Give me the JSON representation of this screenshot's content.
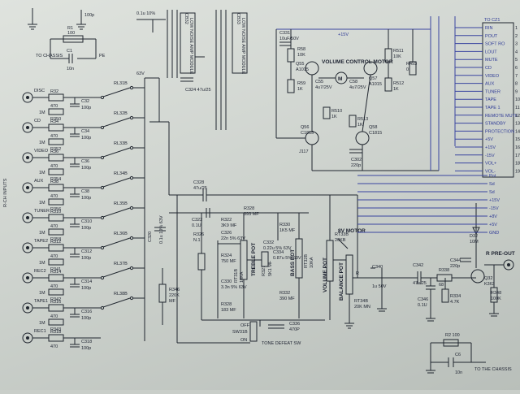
{
  "top_labels": {
    "cap_100p": "100p",
    "cap_01u": "0.1u 10%"
  },
  "chassis_top": {
    "r1": "R1",
    "r1_val": "100",
    "c1": "C1",
    "c1_val": "10n",
    "note": "TO CHASSIS",
    "pe": "PE"
  },
  "chassis_bottom": {
    "r2": "R2 100",
    "c6": "C6",
    "c6_val": "10n",
    "note": "TO THE CHASSIS"
  },
  "ic_modules": [
    {
      "ref": "CB32",
      "title": "LOW NOISE AMP MODULE"
    },
    {
      "ref": "CB33",
      "title": "LOW NOISE AMP MODULE"
    }
  ],
  "input_section": {
    "group_label": "R-CH INPUTS",
    "rows": [
      {
        "name": "DISC",
        "r_series": "R32",
        "r_series_val": "470",
        "r_shunt": "R350",
        "r_shunt_val": "1M",
        "cap": "C32",
        "cap_val": "100p",
        "relay": "RL31B"
      },
      {
        "name": "CD",
        "r_series": "R34",
        "r_series_val": "470",
        "r_shunt": "R352",
        "r_shunt_val": "1M",
        "cap": "C34",
        "cap_val": "100p",
        "relay": "RL32B"
      },
      {
        "name": "VIDEO",
        "r_series": "R36",
        "r_series_val": "470",
        "r_shunt": "R354",
        "r_shunt_val": "1M",
        "cap": "C36",
        "cap_val": "100p",
        "relay": "RL33B"
      },
      {
        "name": "AUX",
        "r_series": "R38",
        "r_series_val": "470",
        "r_shunt": "R356",
        "r_shunt_val": "1M",
        "cap": "C38",
        "cap_val": "100p",
        "relay": "RL34B"
      },
      {
        "name": "TUNER",
        "r_series": "R310",
        "r_series_val": "470",
        "r_shunt": "R358",
        "r_shunt_val": "1M",
        "cap": "C310",
        "cap_val": "100p",
        "relay": "RL35B"
      },
      {
        "name": "TAPE2",
        "r_series": "R312",
        "r_series_val": "470",
        "r_shunt": "R341",
        "r_shunt_val": "1M",
        "cap": "C312",
        "cap_val": "100p",
        "relay": "RL36B"
      },
      {
        "name": "REC2",
        "r_series": "R314",
        "r_series_val": "470",
        "r_shunt": "R342",
        "r_shunt_val": "1M",
        "cap": "C314",
        "cap_val": "100p",
        "relay": "RL37B"
      },
      {
        "name": "TAPE1",
        "r_series": "R316",
        "r_series_val": "470",
        "r_shunt": "R343",
        "r_shunt_val": "1M",
        "cap": "C316",
        "cap_val": "100p",
        "relay": "RL38B"
      },
      {
        "name": "REC1",
        "r_series": "R318",
        "r_series_val": "470",
        "r_shunt": "",
        "r_shunt_val": "",
        "cap": "C318",
        "cap_val": "100p",
        "relay": ""
      }
    ],
    "supply": "63V",
    "c320": "C320",
    "c320_val": "0.1u 10% 63V",
    "r346": "R346",
    "r346_val": "220K",
    "r346_type": "MF"
  },
  "tone_section": {
    "c328": "C328",
    "c328_val": "47u/25",
    "c322": "C322",
    "c322_val": "0.1U",
    "r326": "R326",
    "r326_val": "N.1",
    "r322": "R322",
    "r322_val": "3K9 MF",
    "r328_top": "R328",
    "r328_top_val": "393 MF",
    "c326": "C326",
    "c326_val": "22n 5% 63V",
    "r324": "R324",
    "r324_val": "750 MF",
    "treble_pot": "TREBLE POT",
    "rt31b": "RT31B",
    "rt31b_val": "10KA",
    "c330": "C330",
    "c330_val": "3.3n 5% 63V",
    "r328_bot": "R328",
    "r328_bot_val": "183 MF",
    "r327": "R327",
    "r327_val": "5K1 MF",
    "c332": "C332",
    "c332_val": "0.22u 5% 63V",
    "c334": "C334",
    "c334_val": "0.87u 5% 63V",
    "r330": "R330",
    "r330_val": "1K5 MF",
    "bass_pot": "BASS POT",
    "rt32b": "RT32B",
    "rt32b_val": "10KA",
    "r332": "R332",
    "r332_val": "390 MF",
    "c336": "C336",
    "c336_val": "470P",
    "sw": "SW31B",
    "sw_off": "OFF",
    "sw_on": "ON",
    "tone_defeat": "TONE DEFEAT SW"
  },
  "volume_section": {
    "rt33b": "RT33B",
    "rt33b_val": "20KB",
    "motor": "8V MOTOR",
    "volume_pot": "VOLUME POT",
    "balance_pot": "BALANCE POT",
    "rt34b": "RT34B",
    "rt34b_val": "20K MN",
    "c340": "C340",
    "c340_val": "1u 50V",
    "ch_label": "R"
  },
  "motor_control": {
    "supply": "+15V",
    "c331": "C331",
    "c331_val": "10uF/50V",
    "r58": "R58",
    "r58_val": "10K",
    "q55": "Q55",
    "q55_val": "A1015",
    "r59": "R59",
    "r59_val": "1K",
    "title": "VOLUME CONTROL MOTOR",
    "c55": "C55",
    "c55_val": "4u7/25V",
    "c58": "C58",
    "c58_val": "4u7/25V",
    "q57": "Q57",
    "q57_val": "A1015",
    "r511": "R511",
    "r511_val": "10K",
    "r512": "R512",
    "r512_val": "1K",
    "r493": "R493",
    "r493_val": "0",
    "r510": "R510",
    "r510_val": "1K",
    "r513": "R513",
    "r513_val": "1K",
    "q56": "Q56",
    "q56_val": "C1815",
    "q58": "Q58",
    "q58_val": "C1815",
    "c302": "C302",
    "c302_val": "220p",
    "j117": "J117"
  },
  "output_section": {
    "c342": "C342",
    "c342_val": "47u/25",
    "r338": "R338",
    "r338_val": "68",
    "c344": "C344",
    "c344_val": "220p",
    "d32": "D32",
    "d32_val": "10M",
    "q32": "Q32",
    "q32_val": "K363",
    "c346": "C346",
    "c346_val": "0.1U",
    "r334": "R334",
    "r334_val": "4.7K",
    "r348": "R348",
    "r348_val": "100K",
    "out_label": "R PRE-OUT"
  },
  "connector": {
    "label": "TO CZ1",
    "pins": [
      "RIN",
      "POUT",
      "SOFT RO",
      "LOUT",
      "MUTE",
      "CD",
      "VIDEO",
      "AUX",
      "TUNER",
      "TAPE",
      "TAPE 1",
      "REMOTE MUTE",
      "STANDBY",
      "PROTECTION",
      "+5V",
      "+15V",
      "-15V",
      "VOL+",
      "VOL-"
    ]
  },
  "side_labels": [
    "Pot",
    "Sd",
    "Sd",
    "+15V",
    "-15V",
    "+8V",
    "+5V",
    "GND"
  ]
}
